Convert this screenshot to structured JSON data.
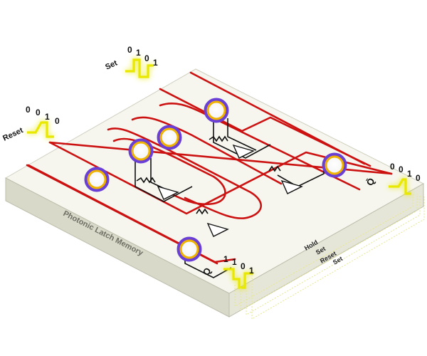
{
  "diagram": {
    "chip_title": "Photonic Latch Memory",
    "set_input": {
      "label": "Set",
      "bits": [
        "0",
        "1",
        "0",
        "1"
      ]
    },
    "reset_input": {
      "label": "Reset",
      "bits": [
        "0",
        "0",
        "1",
        "0"
      ]
    },
    "output_q": {
      "label": "Q",
      "bits": [
        "1",
        "1",
        "0",
        "1"
      ]
    },
    "output_q_bar": {
      "label": "Q̄",
      "bits": [
        "0",
        "0",
        "1",
        "0"
      ]
    },
    "timeline_states": [
      "Hold",
      "Set",
      "Reset",
      "Set"
    ],
    "colors": {
      "waveguide": "#cc1111",
      "ring_gold": "#f0b400",
      "ring_violet": "#6a3fd6",
      "signal": "#e8e800",
      "chip_top": "#f6f6ef",
      "chip_side": "#d9d9c9"
    }
  }
}
